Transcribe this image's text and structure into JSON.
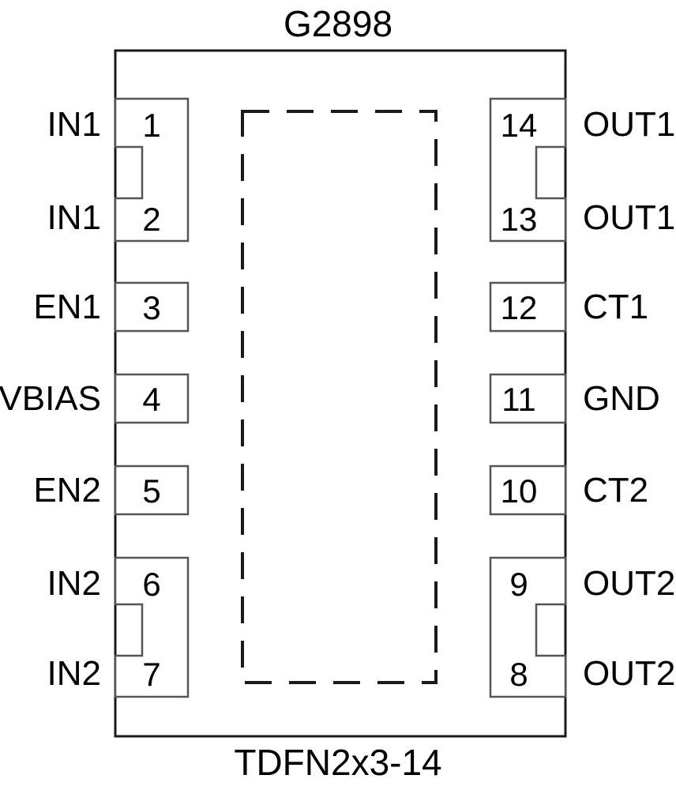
{
  "title": "G2898",
  "package": "TDFN2x3-14",
  "colors": {
    "outline": "#1a1a1a",
    "pin_outline": "#555555",
    "background": "#ffffff",
    "text": "#000000"
  },
  "diagram": {
    "type": "ic-pinout",
    "pin_count": 14,
    "thermal_pad": "exposed-pad-dashed-outline",
    "left_pins": [
      {
        "number": "1",
        "label": "IN1"
      },
      {
        "number": "2",
        "label": "IN1"
      },
      {
        "number": "3",
        "label": "EN1"
      },
      {
        "number": "4",
        "label": "VBIAS"
      },
      {
        "number": "5",
        "label": "EN2"
      },
      {
        "number": "6",
        "label": "IN2"
      },
      {
        "number": "7",
        "label": "IN2"
      }
    ],
    "right_pins": [
      {
        "number": "14",
        "label": "OUT1"
      },
      {
        "number": "13",
        "label": "OUT1"
      },
      {
        "number": "12",
        "label": "CT1"
      },
      {
        "number": "11",
        "label": "GND"
      },
      {
        "number": "10",
        "label": "CT2"
      },
      {
        "number": "9",
        "label": "OUT2"
      },
      {
        "number": "8",
        "label": "OUT2"
      }
    ]
  }
}
